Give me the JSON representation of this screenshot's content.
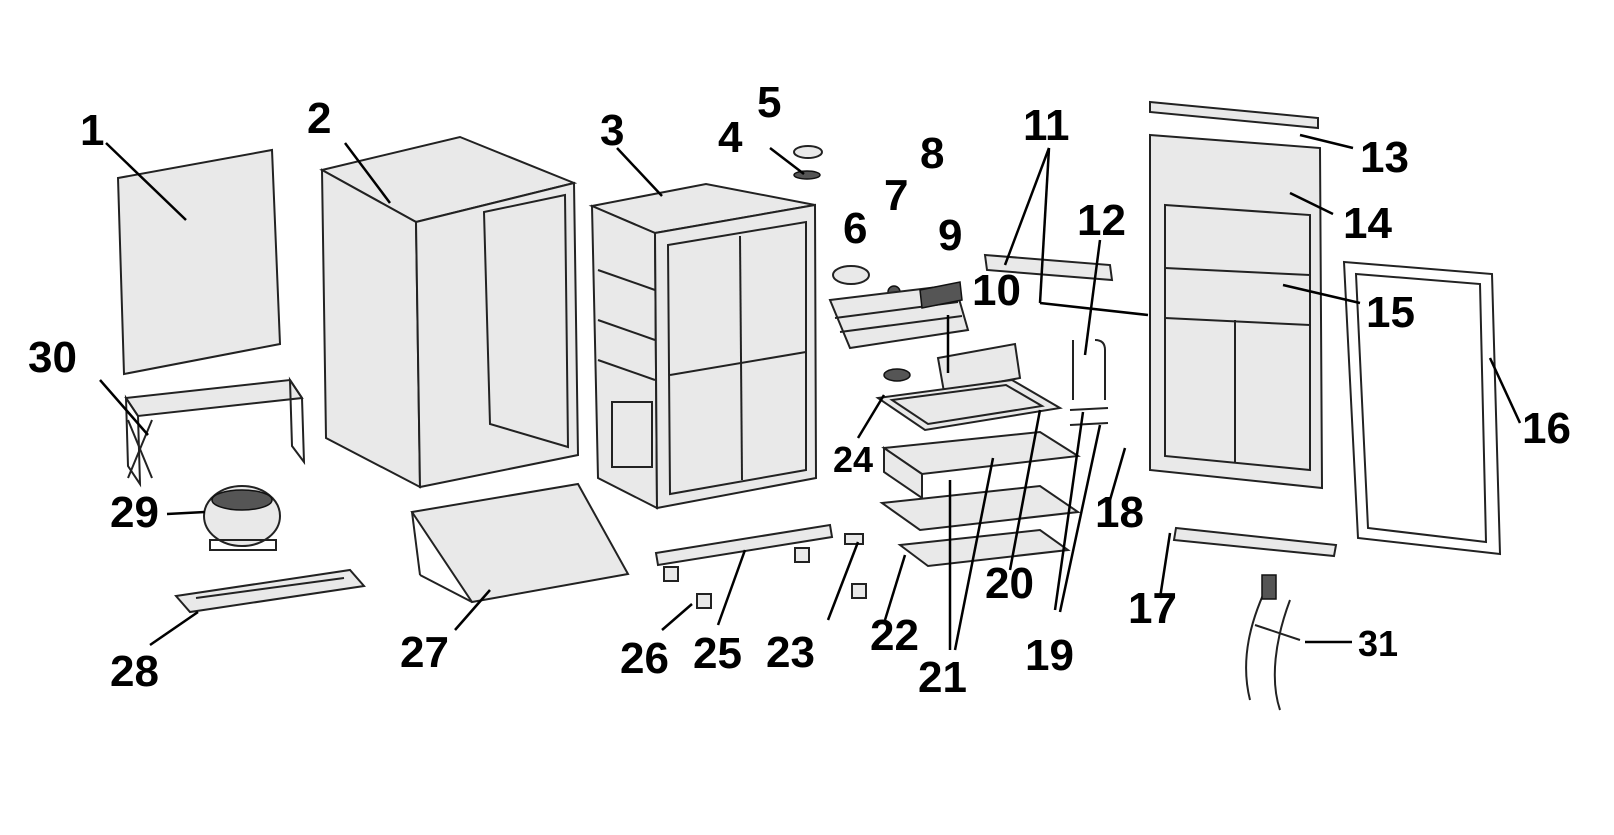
{
  "figure": {
    "labels": {
      "p1": "1",
      "p2": "2",
      "p3": "3",
      "p4": "4",
      "p5": "5",
      "p6": "6",
      "p7": "7",
      "p8": "8",
      "p9": "9",
      "p10": "10",
      "p11": "11",
      "p12": "12",
      "p13": "13",
      "p14": "14",
      "p15": "15",
      "p16": "16",
      "p17": "17",
      "p18": "18",
      "p19": "19",
      "p20": "20",
      "p21": "21",
      "p22": "22",
      "p23": "23",
      "p24": "24",
      "p25": "25",
      "p26": "26",
      "p27": "27",
      "p28": "28",
      "p29": "29",
      "p30": "30",
      "p31": "31"
    }
  }
}
